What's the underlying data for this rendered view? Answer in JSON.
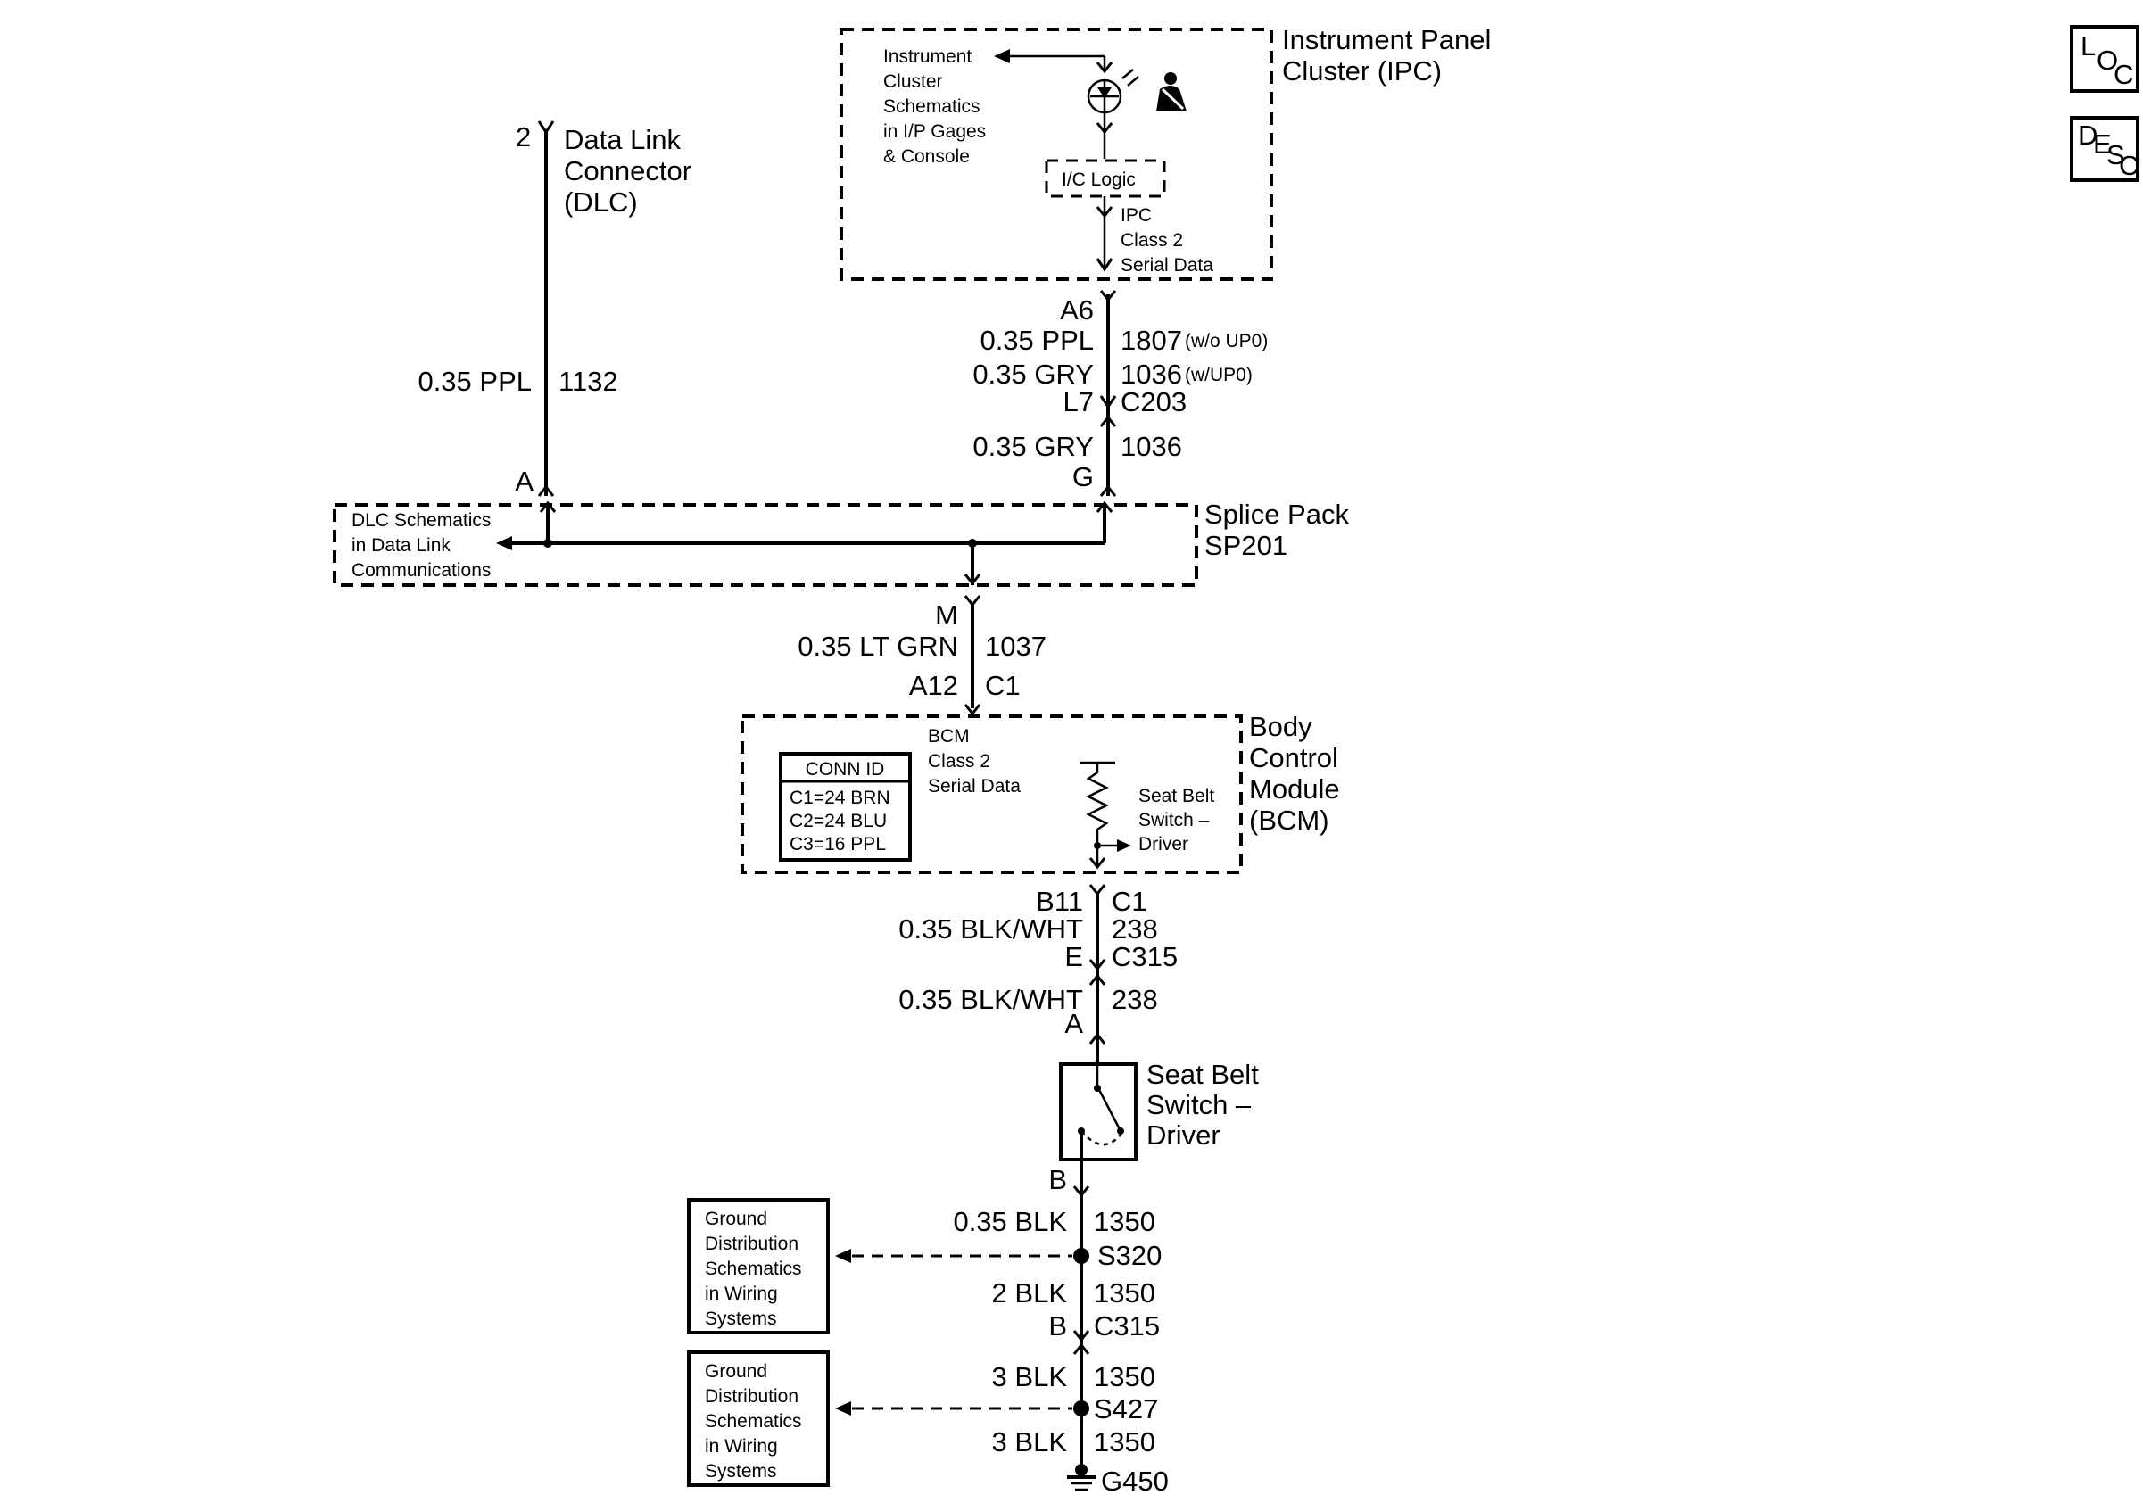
{
  "ipc": {
    "title_line1": "Instrument Panel",
    "title_line2": "Cluster (IPC)",
    "ref_lines": [
      "Instrument",
      "Cluster",
      "Schematics",
      "in I/P Gages",
      "& Console"
    ],
    "logic_label": "I/C Logic",
    "serial_lines": [
      "IPC",
      "Class 2",
      "Serial Data"
    ]
  },
  "dlc": {
    "pin": "2",
    "title_lines": [
      "Data Link",
      "Connector",
      "(DLC)"
    ],
    "wire_size_color": "0.35 PPL",
    "circuit": "1132",
    "splice_pin": "A"
  },
  "ipc_wire": {
    "pin": "A6",
    "size_color_a": "0.35 PPL",
    "circuit_a": "1807",
    "option_a": "(w/o UP0)",
    "size_color_b": "0.35 GRY",
    "circuit_b": "1036",
    "option_b": "(w/UP0)",
    "conn_pin": "L7",
    "connector": "C203",
    "size_color_c": "0.35 GRY",
    "circuit_c": "1036",
    "splice_pin": "G"
  },
  "splice": {
    "title_line1": "Splice Pack",
    "title_line2": "SP201",
    "ref_lines": [
      "DLC Schematics",
      "in Data Link",
      "Communications"
    ]
  },
  "bcm_wire": {
    "splice_pin": "M",
    "size_color": "0.35 LT GRN",
    "circuit": "1037",
    "bcm_pin": "A12",
    "connector": "C1"
  },
  "bcm": {
    "title_lines": [
      "Body",
      "Control",
      "Module",
      "(BCM)"
    ],
    "conn_id_header": "CONN ID",
    "conn_ids": [
      "C1=24 BRN",
      "C2=24 BLU",
      "C3=16 PPL"
    ],
    "serial_lines": [
      "BCM",
      "Class 2",
      "Serial Data"
    ],
    "switch_lines": [
      "Seat Belt",
      "Switch –",
      "Driver"
    ]
  },
  "switch_wire": {
    "bcm_pin": "B11",
    "connector_a": "C1",
    "size_color_a": "0.35 BLK/WHT",
    "circuit_a": "238",
    "conn_pin": "E",
    "connector_b": "C315",
    "size_color_b": "0.35 BLK/WHT",
    "circuit_b": "238",
    "switch_pin": "A"
  },
  "seatbelt_switch": {
    "title_lines": [
      "Seat Belt",
      "Switch –",
      "Driver"
    ],
    "ground_pin": "B"
  },
  "ground": {
    "ref_lines": [
      "Ground",
      "Distribution",
      "Schematics",
      "in Wiring",
      "Systems"
    ],
    "w1_size_color": "0.35 BLK",
    "w1_circuit": "1350",
    "splice1": "S320",
    "w2_size_color": "2 BLK",
    "w2_circuit": "1350",
    "conn_pin": "B",
    "connector": "C315",
    "w3_size_color": "3 BLK",
    "w3_circuit": "1350",
    "splice2": "S427",
    "w4_size_color": "3 BLK",
    "w4_circuit": "1350",
    "ground_point": "G450"
  },
  "nav_icons": {
    "loc": [
      "L",
      "O",
      "C"
    ],
    "desc": [
      "D",
      "E",
      "S",
      "C"
    ]
  }
}
